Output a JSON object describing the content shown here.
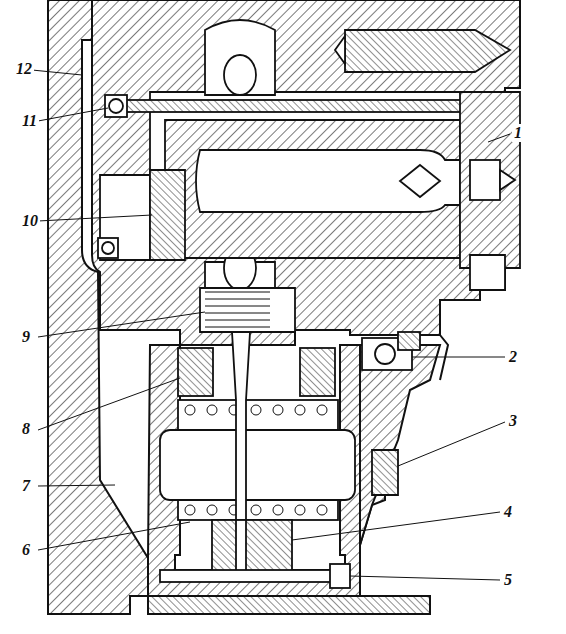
{
  "diagram": {
    "labels": [
      "12",
      "11",
      "10",
      "9",
      "8",
      "7",
      "6",
      "1",
      "2",
      "3",
      "4",
      "5"
    ]
  }
}
